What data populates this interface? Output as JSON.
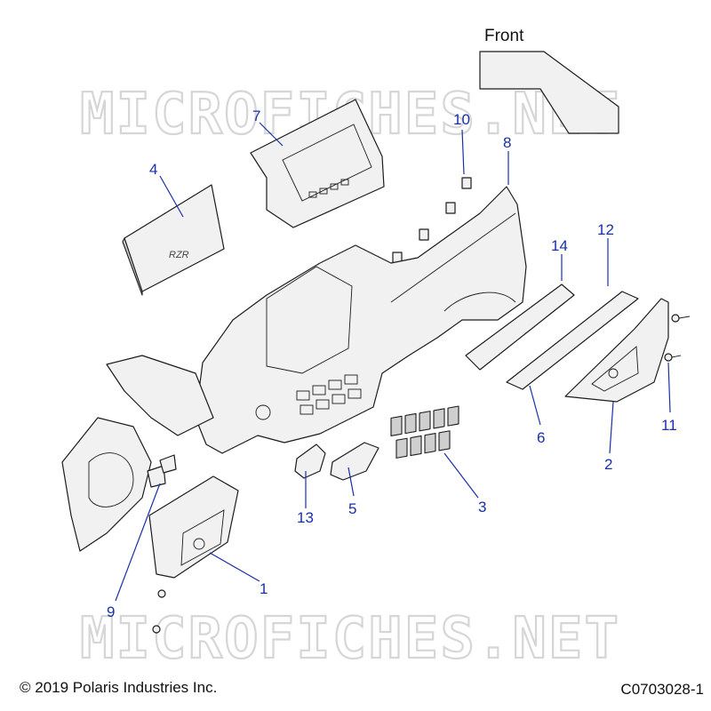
{
  "diagram": {
    "front_label": "Front",
    "watermark_text": "MICROFICHES.NET",
    "callouts": [
      "1",
      "2",
      "3",
      "4",
      "5",
      "6",
      "7",
      "8",
      "9",
      "10",
      "11",
      "12",
      "13",
      "14"
    ],
    "copyright": "© 2019 Polaris Industries Inc.",
    "drawing_id": "C0703028-1",
    "colors": {
      "callout": "#1a2fa8",
      "line": "#1c1c1c",
      "part_fill": "#f1f1f1",
      "watermark": "#d6d6d6"
    }
  }
}
